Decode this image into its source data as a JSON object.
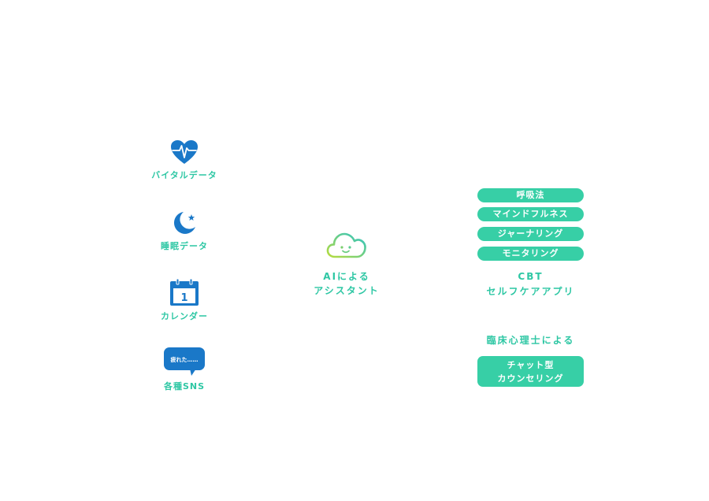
{
  "inputs": [
    {
      "label": "バイタルデータ",
      "icon": "heart-pulse-icon"
    },
    {
      "label": "睡眠データ",
      "icon": "moon-star-icon"
    },
    {
      "label": "カレンダー",
      "icon": "calendar-icon",
      "calendar_day": "1"
    },
    {
      "label": "各種SNS",
      "icon": "speech-bubble-icon",
      "bubble_text": "疲れた……"
    }
  ],
  "center": {
    "icon": "smiling-cloud-icon",
    "line1": "AIによる",
    "line2": "アシスタント"
  },
  "cbt": {
    "items": [
      "呼吸法",
      "マインドフルネス",
      "ジャーナリング",
      "モニタリング"
    ],
    "caption_line1": "CBT",
    "caption_line2": "セルフケアアプリ"
  },
  "counseling": {
    "caption": "臨床心理士による",
    "line1": "チャット型",
    "line2": "カウンセリング"
  },
  "colors": {
    "icon_blue": "#1a78c8",
    "accent_green": "#37cfa6",
    "text_green": "#2ec7a4",
    "cloud_gradient_start": "#b7dc3c",
    "cloud_gradient_end": "#2cc3c6"
  }
}
